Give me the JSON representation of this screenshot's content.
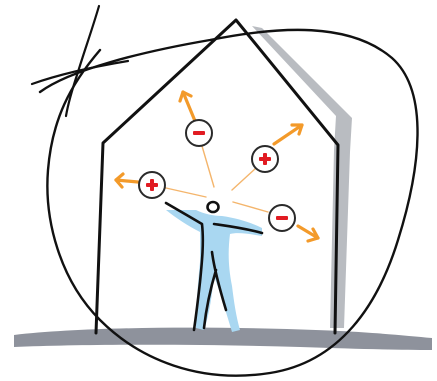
{
  "illustration": {
    "colors": {
      "ink": "#111111",
      "house_shadow": "#b9bcc1",
      "ground": "#8e929c",
      "figure_fill": "#a9d7f1",
      "arrow": "#f39a2a",
      "ray": "#f4b56c",
      "badge_ring": "#2a2a2a",
      "badge_fill": "#ffffff",
      "sign_red": "#e11b22"
    },
    "badges": [
      {
        "name": "minus-badge-top",
        "sign": "minus"
      },
      {
        "name": "plus-badge-upper-right",
        "sign": "plus"
      },
      {
        "name": "plus-badge-left",
        "sign": "plus"
      },
      {
        "name": "minus-badge-right",
        "sign": "minus"
      }
    ],
    "icons": [
      "person-icon",
      "house-outline-icon",
      "plus-icon",
      "minus-icon",
      "arrow-icon"
    ]
  }
}
